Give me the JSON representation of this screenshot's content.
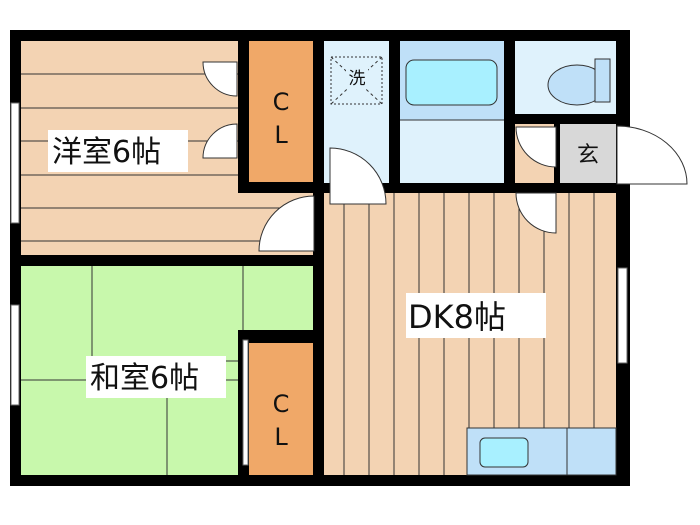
{
  "rooms": {
    "western": {
      "label": "洋室6帖"
    },
    "japanese": {
      "label": "和室6帖"
    },
    "dk": {
      "label": "DK8帖"
    },
    "closet_top": {
      "label": "C\nL",
      "line1": "C",
      "line2": "L"
    },
    "closet_bottom": {
      "line1": "C",
      "line2": "L"
    },
    "washer": {
      "label": "洗"
    },
    "entrance": {
      "label": "玄"
    }
  },
  "colors": {
    "wood": "#f3d3b3",
    "tatami": "#c8f8ac",
    "closet": "#f0a868",
    "wet": "#dff2fc",
    "bath": "#a8f0ff",
    "toilet": "#bfe0f8",
    "entrance": "#d8d8d8",
    "wall": "#000000"
  }
}
